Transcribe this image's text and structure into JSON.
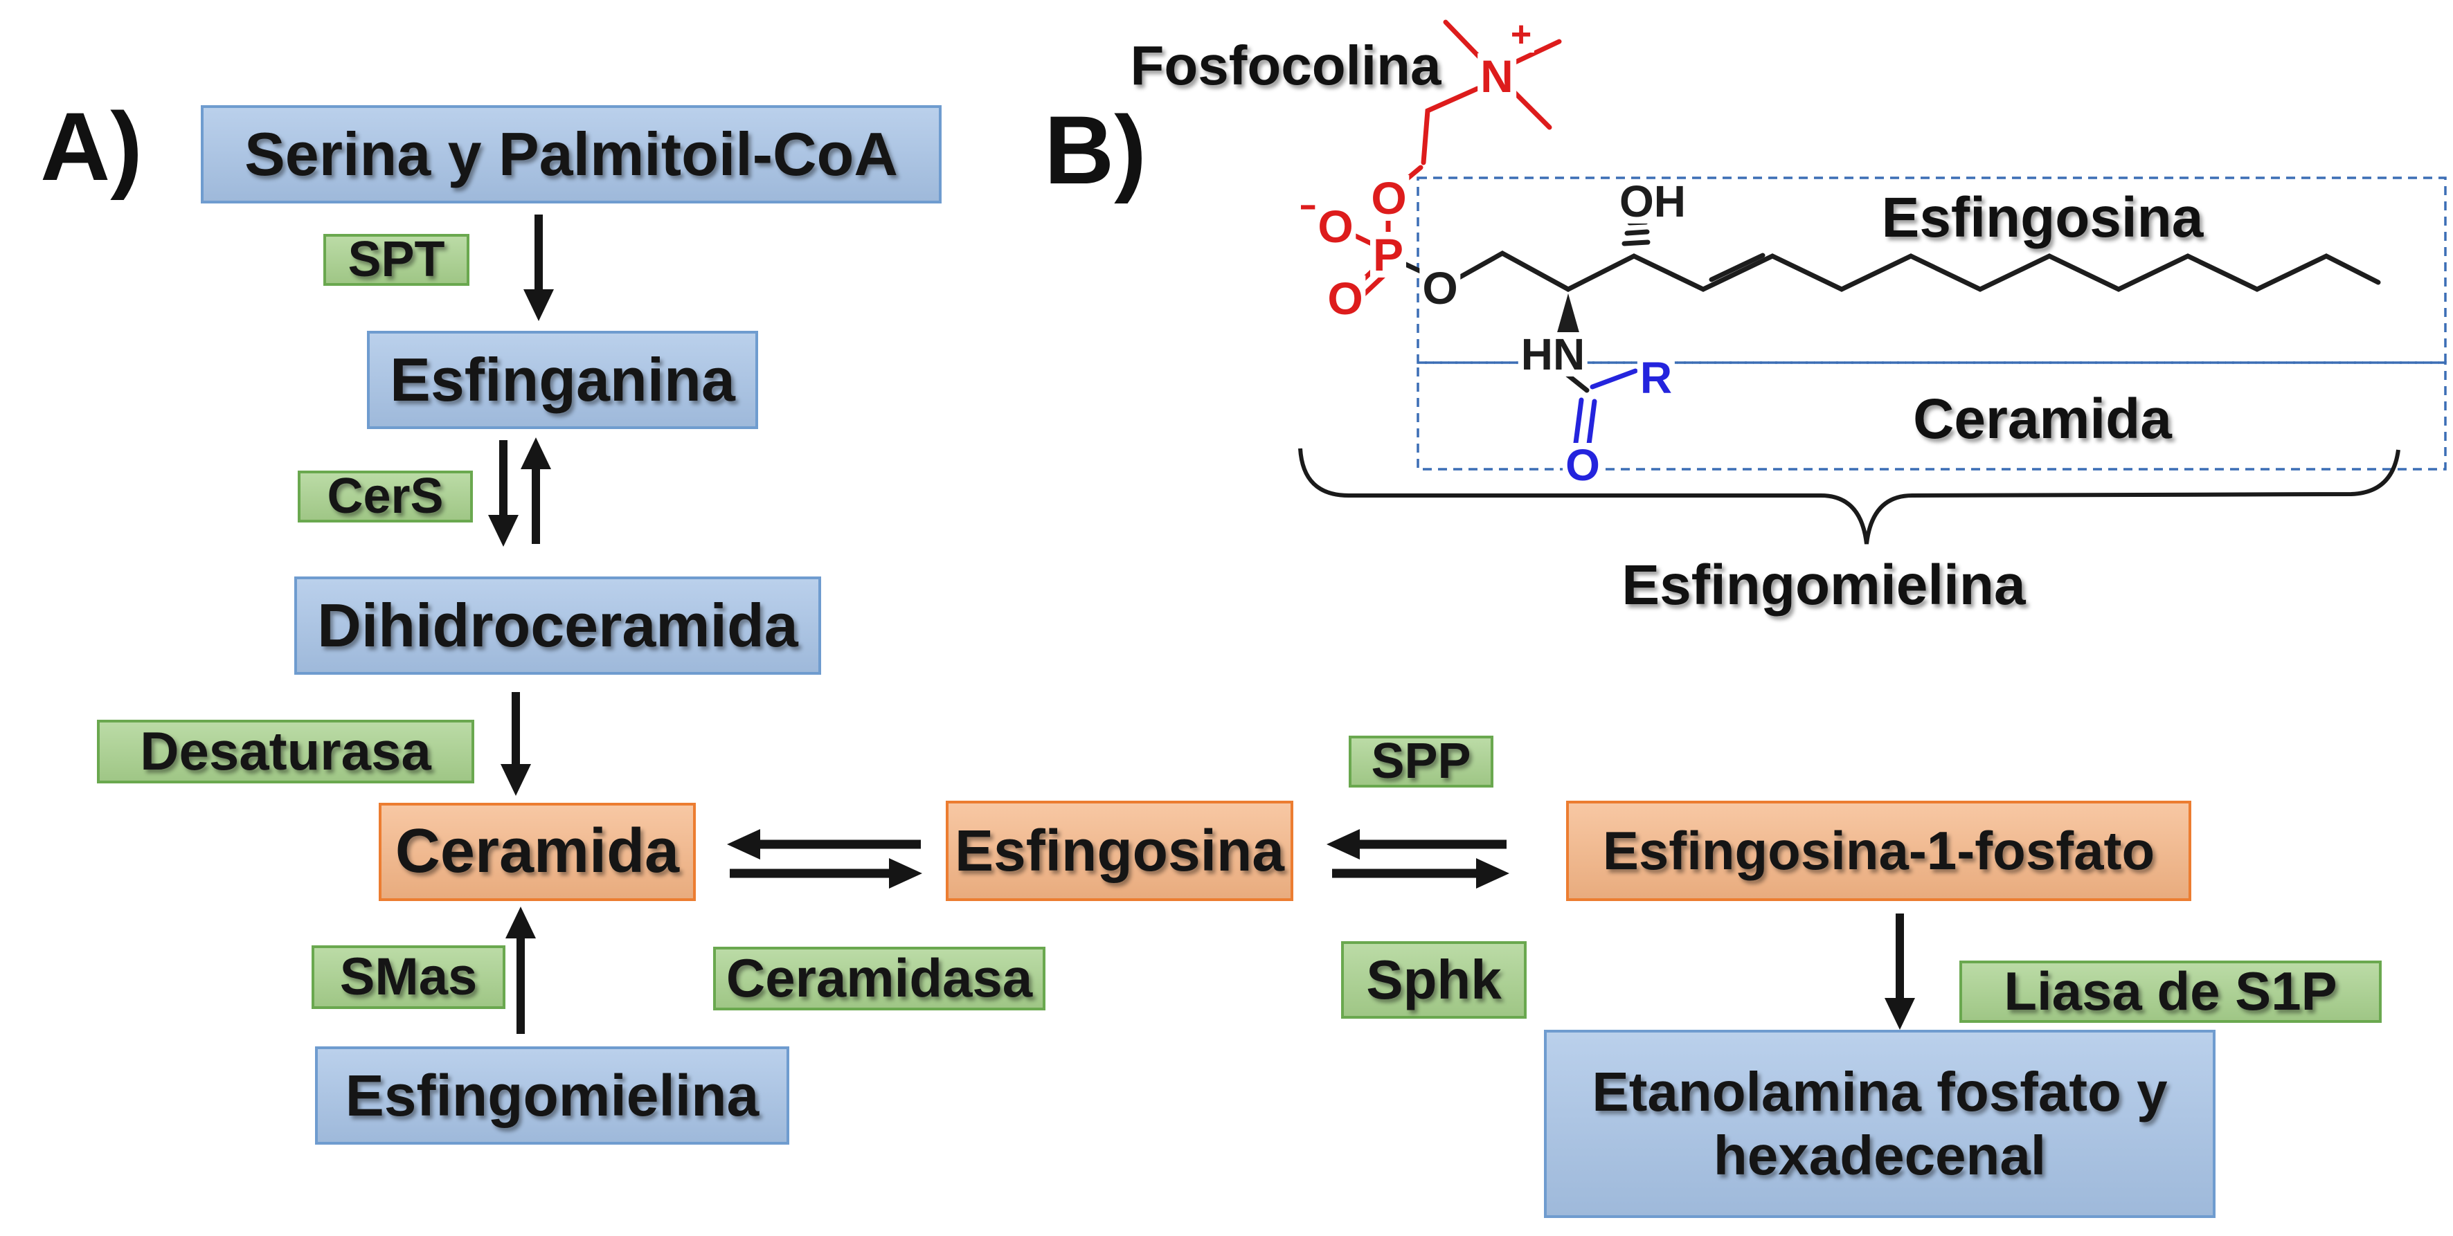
{
  "panels": {
    "a_label": "A)",
    "b_label": "B)"
  },
  "pathway": {
    "serina": "Serina y Palmitoil-CoA",
    "esfinganina": "Esfinganina",
    "dihidroceramida": "Dihidroceramida",
    "ceramida": "Ceramida",
    "esfingomielina": "Esfingomielina",
    "esfingosina": "Esfingosina",
    "esfingosina_1_fosfato": "Esfingosina-1-fosfato",
    "etanolamina_line1": "Etanolamina fosfato y",
    "etanolamina_line2": "hexadecenal"
  },
  "enzymes": {
    "spt": "SPT",
    "cers": "CerS",
    "desaturasa": "Desaturasa",
    "smas": "SMas",
    "ceramidasa": "Ceramidasa",
    "spp": "SPP",
    "sphk": "Sphk",
    "liasa_s1p": "Liasa de S1P"
  },
  "structure": {
    "fosfocolina": "Fosfocolina",
    "region_esfingosina": "Esfingosina",
    "region_ceramida": "Ceramida",
    "esfingomielina": "Esfingomielina",
    "atoms": {
      "n": "N",
      "p": "P",
      "o": "O",
      "oh": "OH",
      "hn": "HN",
      "r": "R",
      "plus": "+",
      "minus": "−"
    }
  },
  "colors": {
    "substrate_blue_fill": "#a7c3e6",
    "substrate_blue_border": "#6f9ccf",
    "enzyme_green_fill": "#a8d18d",
    "enzyme_green_border": "#6aa84f",
    "metabolite_orange_fill": "#f5b585",
    "metabolite_orange_border": "#ec7d31",
    "dashed_box_blue": "#3c6eb5",
    "choline_red": "#dd1c1c",
    "acyl_blue": "#2424dd"
  }
}
